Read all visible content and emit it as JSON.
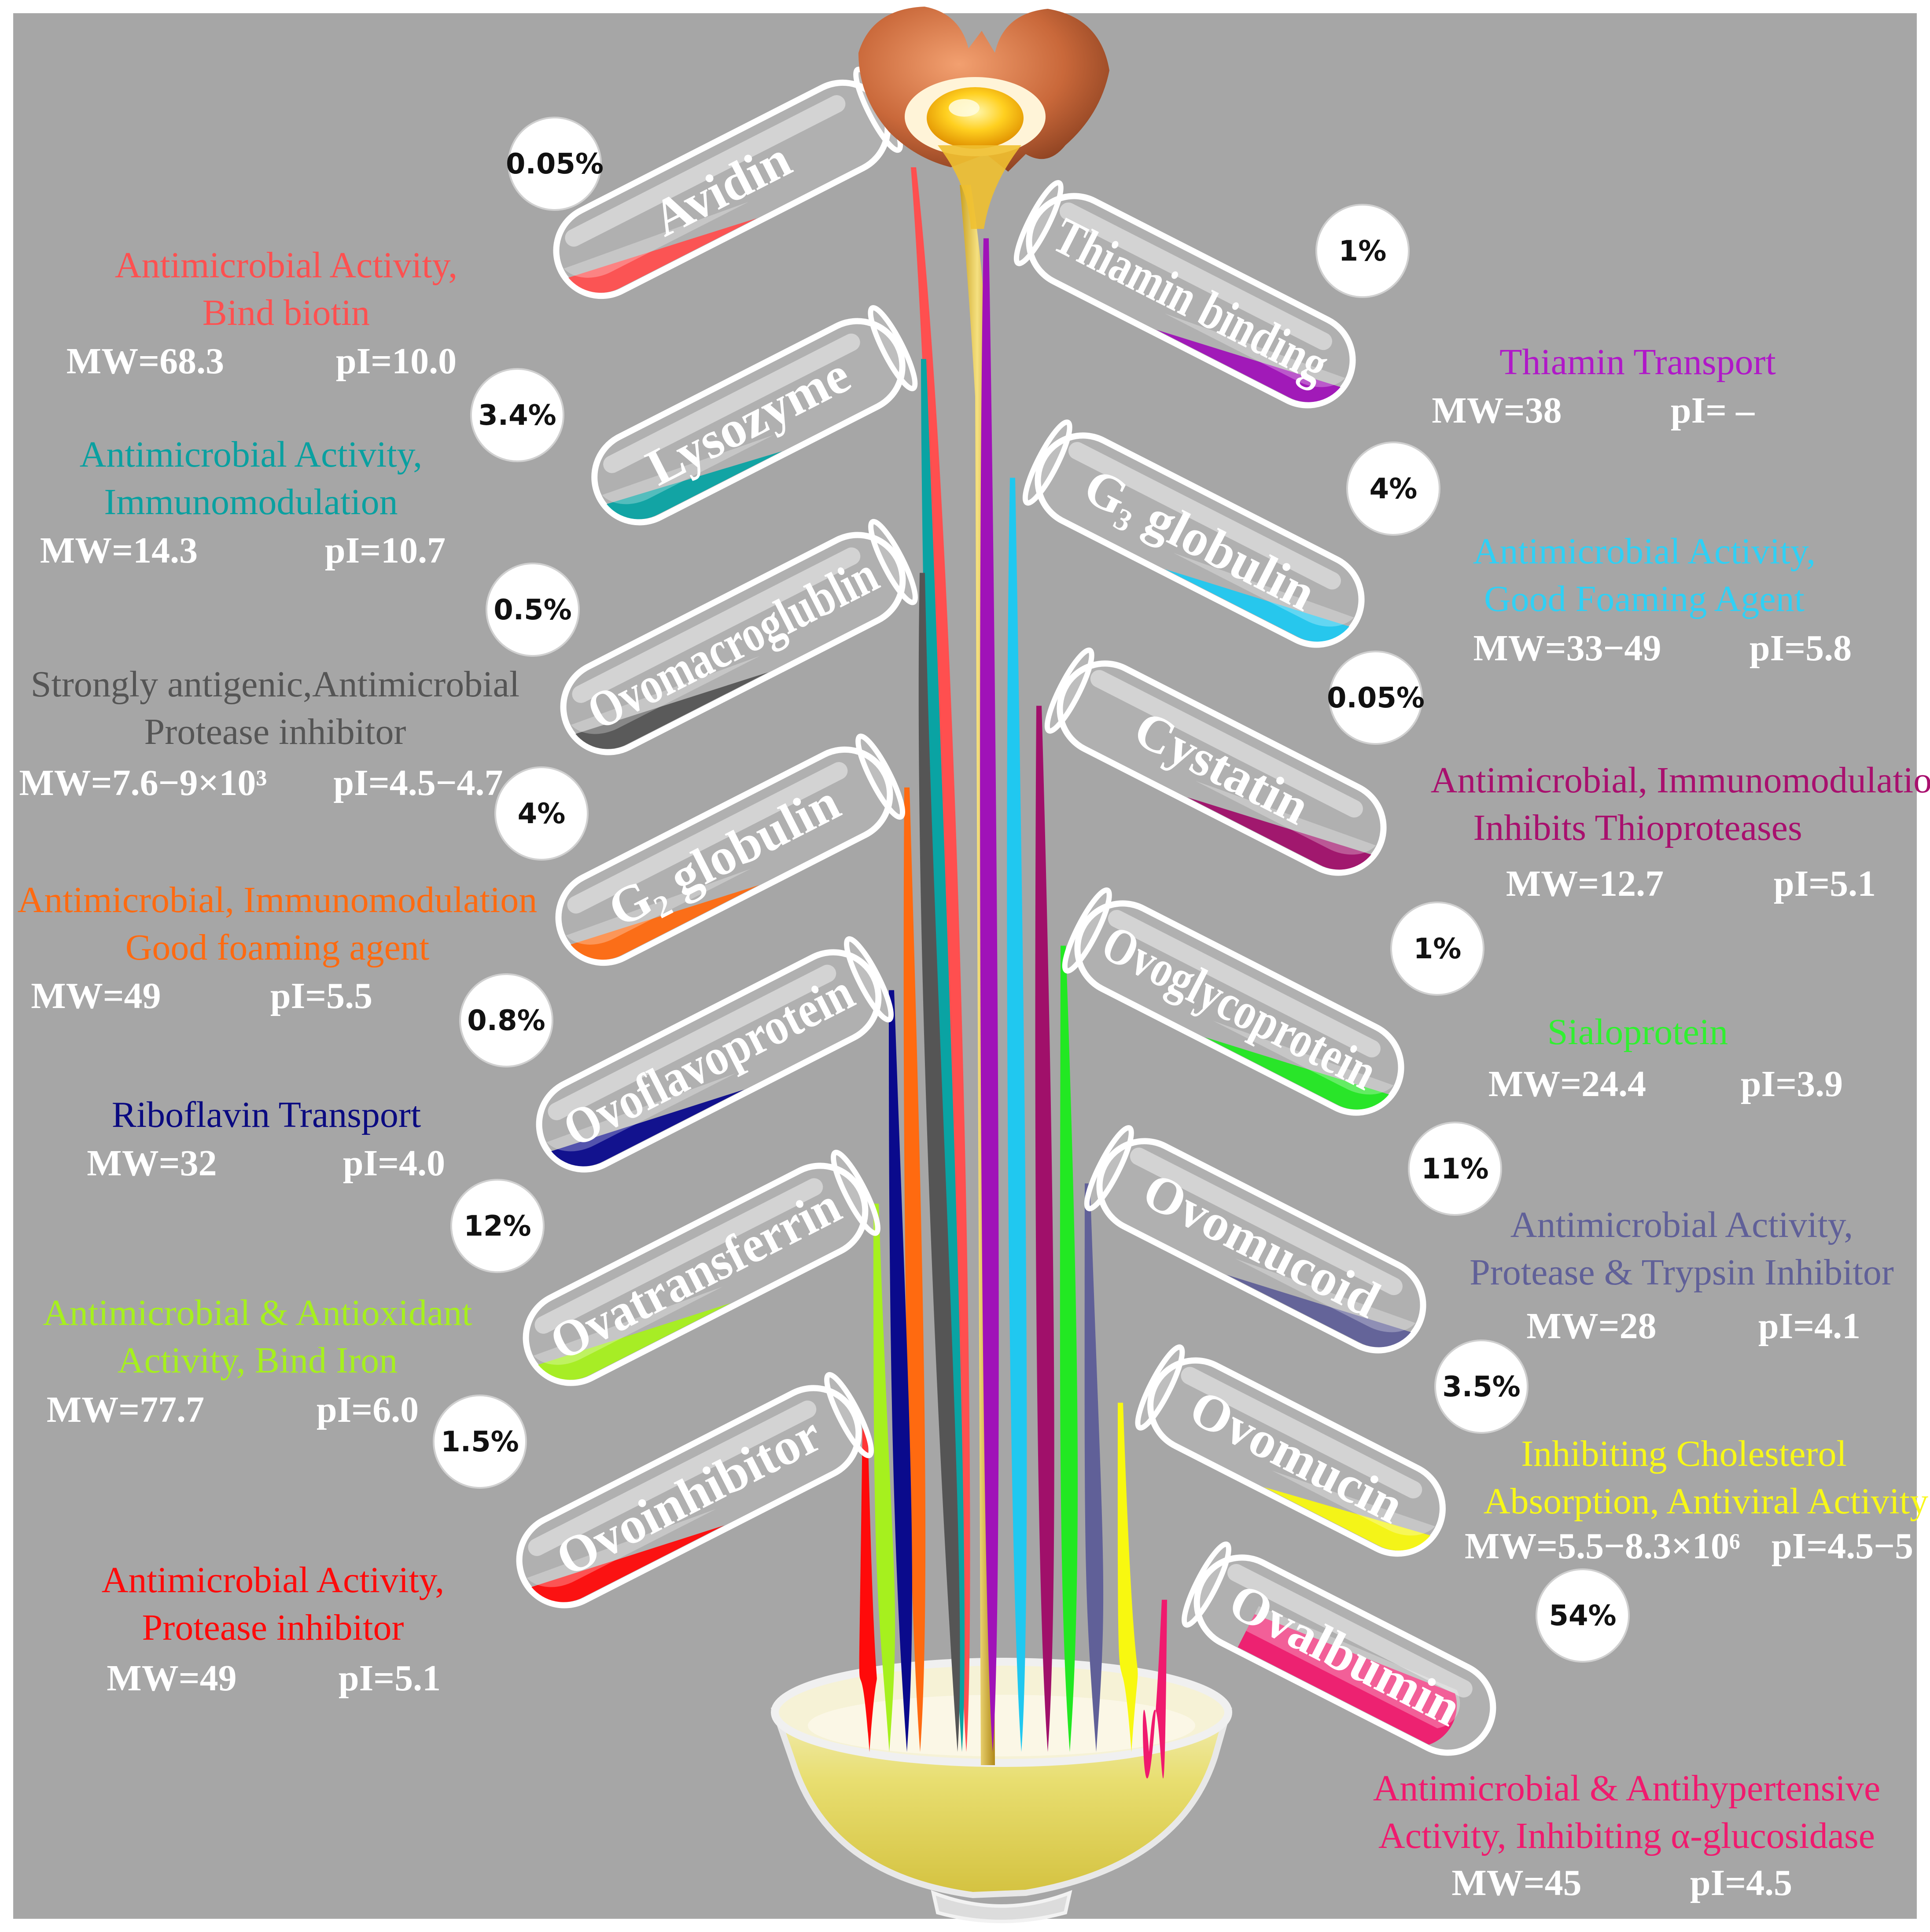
{
  "proteins": [
    {
      "name": "Avidin",
      "percent": "0.05%",
      "activity": [
        "Antimicrobial Activity,",
        "Bind biotin"
      ],
      "mw": "MW=68.3",
      "pi": "pI=10.0",
      "color": "#ff4f4f"
    },
    {
      "name": "Lysozyme",
      "percent": "3.4%",
      "activity": [
        "Antimicrobial Activity,",
        "Immunomodulation"
      ],
      "mw": "MW=14.3",
      "pi": "pI=10.7",
      "color": "#0aa3a3"
    },
    {
      "name": "Ovomacroglublin",
      "percent": "0.5%",
      "activity": [
        "Strongly antigenic,Antimicrobial",
        "Protease inhibitor"
      ],
      "mw": "MW=7.6−9×10³",
      "pi": "pI=4.5−4.7",
      "color": "#555555"
    },
    {
      "name": "G₂ globulin",
      "percent": "4%",
      "activity": [
        "Antimicrobial, Immunomodulation",
        "Good foaming agent"
      ],
      "mw": "MW=49",
      "pi": "pI=5.5",
      "color": "#ff6a10"
    },
    {
      "name": "Ovoflavoprotein",
      "percent": "0.8%",
      "activity": [
        "Riboflavin Transport"
      ],
      "mw": "MW=32",
      "pi": "pI=4.0",
      "color": "#0a0a8c"
    },
    {
      "name": "Ovatransferrin",
      "percent": "12%",
      "activity": [
        "Antimicrobial & Antioxidant",
        "Activity, Bind Iron"
      ],
      "mw": "MW=77.7",
      "pi": "pI=6.0",
      "color": "#a6f01e"
    },
    {
      "name": "Ovoinhibitor",
      "percent": "1.5%",
      "activity": [
        "Antimicrobial Activity,",
        "Protease inhibitor"
      ],
      "mw": "MW=49",
      "pi": "pI=5.1",
      "color": "#ff0a0a"
    },
    {
      "name": "Thiamin binding",
      "percent": "1%",
      "activity": [
        "Thiamin Transport"
      ],
      "mw": "MW=38",
      "pi": "pI= –",
      "color": "#a012b8"
    },
    {
      "name": "G₃ globulin",
      "percent": "4%",
      "activity": [
        "Antimicrobial Activity,",
        "Good Foaming Agent"
      ],
      "mw": "MW=33−49",
      "pi": "pI=5.8",
      "color": "#20c8f0"
    },
    {
      "name": "Cystatin",
      "percent": "0.05%",
      "activity": [
        "Antimicrobial, Immunomodulation",
        "Inhibits Thioproteases"
      ],
      "mw": "MW=12.7",
      "pi": "pI=5.1",
      "color": "#a0106a"
    },
    {
      "name": "Ovoglycoprotein",
      "percent": "1%",
      "activity": [
        "Sialoprotein"
      ],
      "mw": "MW=24.4",
      "pi": "pI=3.9",
      "color": "#22e822"
    },
    {
      "name": "Ovomucoid",
      "percent": "11%",
      "activity": [
        "Antimicrobial Activity,",
        "Protease & Trypsin Inhibitor"
      ],
      "mw": "MW=28",
      "pi": "pI=4.1",
      "color": "#606098"
    },
    {
      "name": "Ovomucin",
      "percent": "3.5%",
      "activity": [
        "Inhibiting Cholesterol",
        "Absorption, Antiviral Activity"
      ],
      "mw": "MW=5.5−8.3×10⁶",
      "pi": "pI=4.5−5",
      "color": "#f8f810"
    },
    {
      "name": "Ovalbumin",
      "percent": "54%",
      "activity": [
        "Antimicrobial & Antihypertensive",
        "Activity, Inhibiting α-glucosidase"
      ],
      "mw": "MW=45",
      "pi": "pI=4.5",
      "color": "#f01a6e"
    }
  ]
}
